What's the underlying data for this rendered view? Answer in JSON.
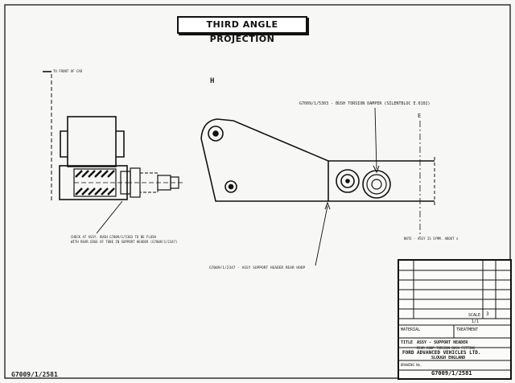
{
  "drawing": {
    "title": "THIRD ANGLE PROJECTION",
    "top_small_label": "TO FRONT OF CAR",
    "view_mark": "H",
    "center_mark": "E",
    "callouts": {
      "bush": "G7009/1/5303 - BUSH TORSION DAMPER (SILENTBLOC E.0102)",
      "support_header": "G7009/1/2347 - ASSY SUPPORT HEADER REAR HOOP",
      "check_bush": "CHECK AT ASSY. BUSH G7009/1/5303 TO BE FLUSH",
      "check_bush_2": "WITH REAR EDGE OF TUBE IN SUPPORT HEADER (G7009/1/2347)",
      "note_right": "NOTE - ASSY IS SYMM. ABOUT ¢"
    },
    "title_block": {
      "scale_label": "SCALE",
      "material_label": "MATERIAL",
      "treatment_label": "TREATMENT",
      "scale_value": "1/1",
      "issue_value": "3",
      "title_label": "TITLE",
      "title_line1": "ASSY - SUPPORT HEADER",
      "title_line2": "REAR HOOP TORSION BUSH FITTING",
      "company_line1": "FORD ADVANCED VEHICLES LTD.",
      "company_line2": "SLOUGH ENGLAND",
      "drawing_no_label": "DRAWING No.",
      "drawing_no": "G7009/1/2581"
    },
    "corner_number": "G7009/1/2581"
  }
}
